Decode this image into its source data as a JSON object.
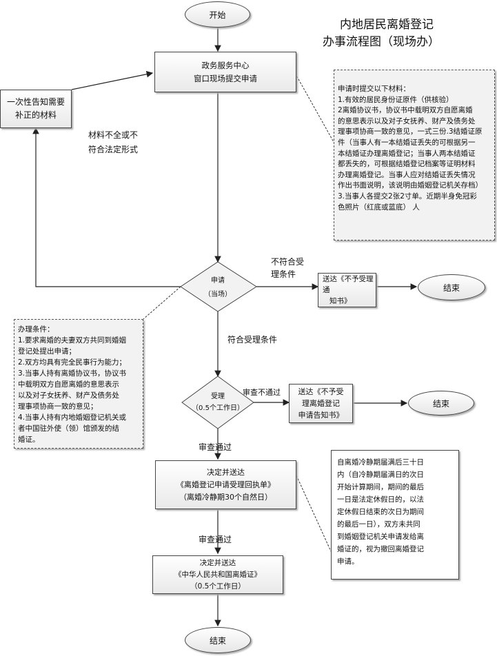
{
  "title": {
    "line1": "内地居民离婚登记",
    "line2": "办事流程图（现场办）"
  },
  "nodes": {
    "start": "开始",
    "submit": {
      "line1": "政务服务中心",
      "line2": "窗口现场提交申请"
    },
    "correction": {
      "line1": "一次性告知需要",
      "line2": "补正的材料"
    },
    "apply": {
      "line1": "申请",
      "line2": "（当场）"
    },
    "reject_notice": {
      "line1": "送达《不予受理通",
      "line2": "知书》"
    },
    "end_right1": "结束",
    "accept": {
      "line1": "受理",
      "line2": "（0.5个工作日）"
    },
    "reject_register": {
      "line1": "送达《不予受",
      "line2": "理离婚登记",
      "line3": "申请告知书》"
    },
    "end_right2": "结束",
    "decide_receipt": {
      "line1": "决定并送达",
      "line2": "《离婚登记申请受理回执单》",
      "line3": "（离婚冷静期30个自然日）"
    },
    "decide_cert": {
      "line1": "决定并送达",
      "line2": "《中华人民共和国离婚证》",
      "line3": "（0.5个工作日）"
    },
    "end_bottom": "结束"
  },
  "edge_labels": {
    "incomplete": {
      "line1": "材料不全或不",
      "line2": "符合法定形式"
    },
    "not_eligible": {
      "line1": "不符合受",
      "line2": "理条件"
    },
    "eligible": "符合受理条件",
    "review_fail": "审查不通过",
    "review_pass_1": "审查通过",
    "review_pass_2": "审查通过"
  },
  "notes": {
    "materials": [
      "申请时提交以下材料：",
      "1.有效的居民身份证原件（供核验）",
      "2离婚协议书，协议书中载明双方自愿离婚",
      "的意思表示以及对子女抚养、财产及债务处",
      "理事项协商一致的意见，一式三份.3结婚证原",
      "件（当事人有一本结婚证丢失的可根据另一",
      "本结婚证办理离婚登记；当事人两本结婚证",
      "都丢失的，可根据结婚登记档案等证明材料",
      "办理离婚登记。当事人应对结婚证丢失情况",
      "作出书面说明，该说明由婚姻登记机关存档）",
      "3.当事人各提交2张2寸单。近期半身免冠彩",
      "色照片（红底或蓝底）  人"
    ],
    "conditions": [
      "办理条件：",
      "1.要求离婚的夫妻双方共同到婚姻",
      "登记处提出申请；",
      "2.双方均具有完全民事行为能力；",
      "3.当事人持有离婚协议书，协议书",
      "中载明双方自愿离婚的意思表示",
      "以及对子女抚养、财产及债务处",
      "理事项协商一致的意见；",
      "4.当事人持有内地婚姻登记机关或",
      "者中国驻外使（领）馆颁发的结",
      "婚证。"
    ],
    "cooling": [
      "自离婚冷静期届满后三十日",
      "内（自冷静期届满日的次日",
      "开始计算期间，期间的最后",
      "一日是法定休假日的，以法",
      "定休假日结束的次日为期间",
      "的最后一日），双方未共同",
      "到婚姻登记机关申请发给离",
      "婚证的，视为撤回离婚登记",
      "申请。"
    ]
  }
}
